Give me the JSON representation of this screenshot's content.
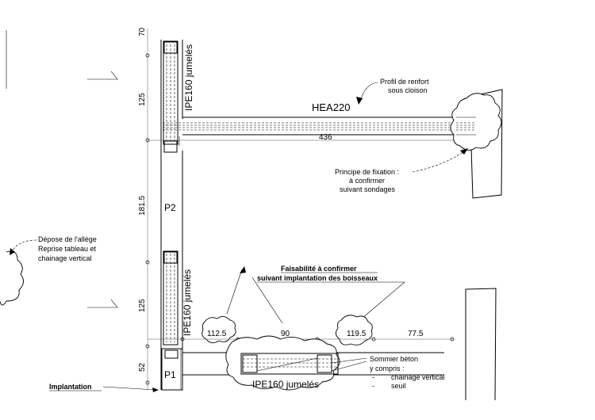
{
  "dims": {
    "top_cut": "70",
    "upper_125": "125",
    "mid_1815": "181.5",
    "lower_125": "125",
    "bottom_52": "52",
    "span_436": "436",
    "h_1125": "112.5",
    "h_90": "90",
    "h_1195": "119.5",
    "h_775": "77.5"
  },
  "labels": {
    "ipe_top": "IPE160 jumelés",
    "ipe_mid": "IPE160 jumelés",
    "ipe_bottom": "IPE160 jumelés",
    "hea": "HEA220",
    "p2": "P2",
    "p1": "P1"
  },
  "notes": {
    "profil_l1": "Profil de renfort",
    "profil_l2": "sous cloison",
    "fix_l1": "Principe de fixation :",
    "fix_l2": "à confirmer",
    "fix_l3": "suivant sondages",
    "depose_l1": "Dépose de l'allège",
    "depose_l2": "Reprise tableau et",
    "depose_l3": "chainage vertical",
    "faisa_l1": "Faisabilité à confirmer",
    "faisa_l2": "suivant implantation des boisseaux",
    "sommier_l1": "Sommier béton",
    "sommier_l2": "y compris :",
    "sommier_b1": "-",
    "sommier_b1_text": "chainage vertical",
    "sommier_b2": "-",
    "sommier_b2_text": "seuil",
    "implantation": "Implantation"
  }
}
